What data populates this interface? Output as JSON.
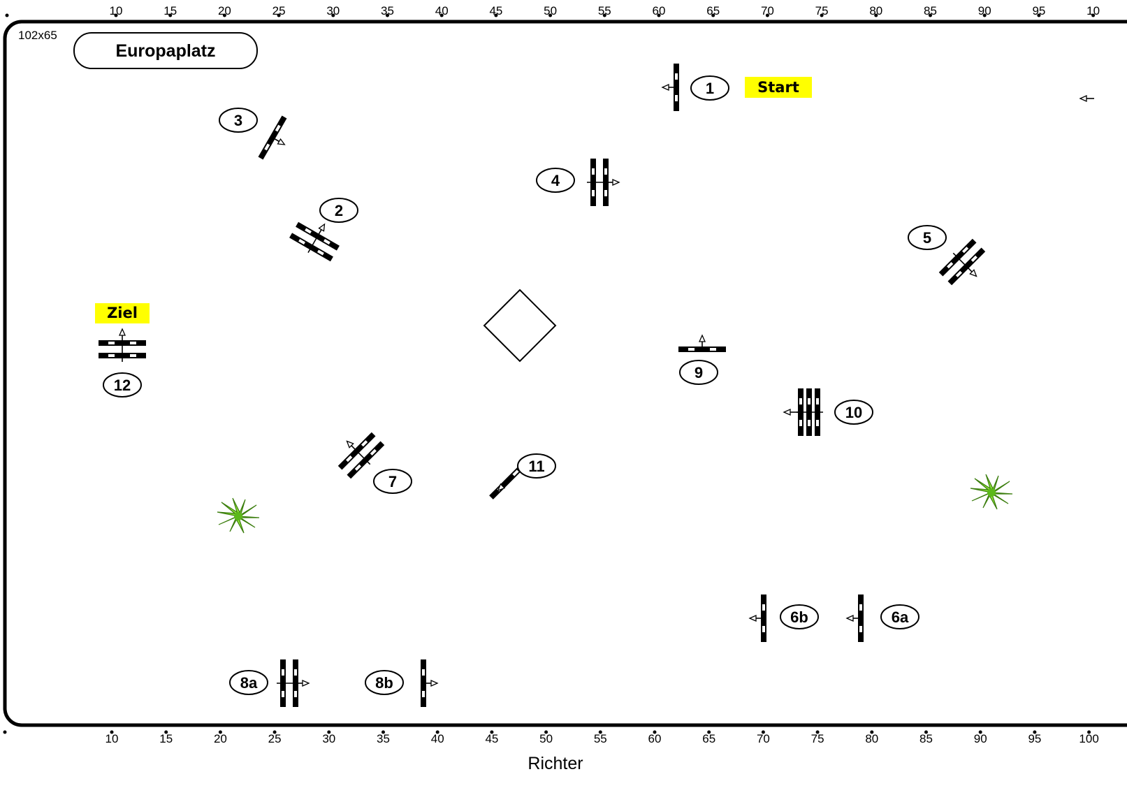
{
  "arena": {
    "size_label": "102x65",
    "name": "Europaplatz",
    "judge_label": "Richter",
    "ruler_top_labels": [
      "10",
      "15",
      "20",
      "25",
      "30",
      "35",
      "40",
      "45",
      "50",
      "55",
      "60",
      "65",
      "70",
      "75",
      "80",
      "85",
      "90",
      "95",
      "10"
    ],
    "ruler_bottom_labels": [
      "10",
      "15",
      "20",
      "25",
      "30",
      "35",
      "40",
      "45",
      "50",
      "55",
      "60",
      "65",
      "70",
      "75",
      "80",
      "85",
      "90",
      "95",
      "100"
    ]
  },
  "markers": {
    "start": "Start",
    "finish": "Ziel",
    "highlight_color": "#ffff00"
  },
  "obstacles": [
    {
      "id": "1",
      "label": "1",
      "type": "vertical"
    },
    {
      "id": "2",
      "label": "2",
      "type": "oxer"
    },
    {
      "id": "3",
      "label": "3",
      "type": "vertical"
    },
    {
      "id": "4",
      "label": "4",
      "type": "oxer"
    },
    {
      "id": "5",
      "label": "5",
      "type": "oxer"
    },
    {
      "id": "6a",
      "label": "6a",
      "type": "vertical"
    },
    {
      "id": "6b",
      "label": "6b",
      "type": "vertical"
    },
    {
      "id": "7",
      "label": "7",
      "type": "oxer"
    },
    {
      "id": "8a",
      "label": "8a",
      "type": "oxer"
    },
    {
      "id": "8b",
      "label": "8b",
      "type": "vertical"
    },
    {
      "id": "9",
      "label": "9",
      "type": "vertical"
    },
    {
      "id": "10",
      "label": "10",
      "type": "triple-bar"
    },
    {
      "id": "11",
      "label": "11",
      "type": "vertical"
    },
    {
      "id": "12",
      "label": "12",
      "type": "oxer"
    }
  ],
  "decor": {
    "plant_color": "#7ed321"
  }
}
